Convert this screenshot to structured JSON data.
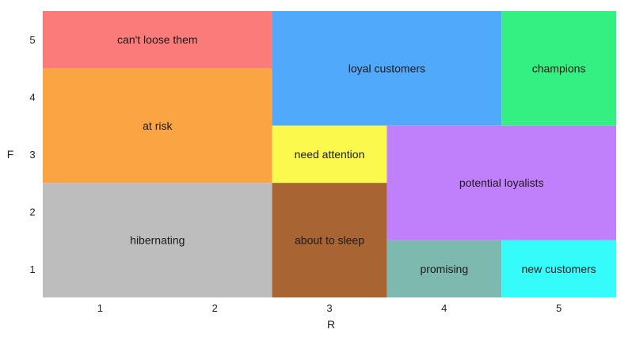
{
  "chart_data": {
    "type": "heatmap",
    "title": "",
    "xlabel": "R",
    "ylabel": "F",
    "xlim": [
      0.5,
      5.5
    ],
    "ylim": [
      0.5,
      5.5
    ],
    "x_ticks": [
      "1",
      "2",
      "3",
      "4",
      "5"
    ],
    "y_ticks": [
      "1",
      "2",
      "3",
      "4",
      "5"
    ],
    "grid": false,
    "segments": [
      {
        "label": "can't loose them",
        "r": [
          1,
          2
        ],
        "f": [
          5,
          5
        ],
        "color": "#fb7a7a"
      },
      {
        "label": "at risk",
        "r": [
          1,
          2
        ],
        "f": [
          3,
          4
        ],
        "color": "#fba444"
      },
      {
        "label": "hibernating",
        "r": [
          1,
          2
        ],
        "f": [
          1,
          2
        ],
        "color": "#bdbdbd"
      },
      {
        "label": "loyal customers",
        "r": [
          3,
          4
        ],
        "f": [
          4,
          5
        ],
        "color": "#50a9fb"
      },
      {
        "label": "champions",
        "r": [
          5,
          5
        ],
        "f": [
          4,
          5
        ],
        "color": "#34f083"
      },
      {
        "label": "need attention",
        "r": [
          3,
          3
        ],
        "f": [
          3,
          3
        ],
        "color": "#fbf84e"
      },
      {
        "label": "about to sleep",
        "r": [
          3,
          3
        ],
        "f": [
          1,
          2
        ],
        "color": "#a86432"
      },
      {
        "label": "potential loyalists",
        "r": [
          4,
          5
        ],
        "f": [
          2,
          3
        ],
        "color": "#c07ffb"
      },
      {
        "label": "promising",
        "r": [
          4,
          4
        ],
        "f": [
          1,
          1
        ],
        "color": "#7eb9af"
      },
      {
        "label": "new customers",
        "r": [
          5,
          5
        ],
        "f": [
          1,
          1
        ],
        "color": "#35fbfb"
      }
    ]
  }
}
